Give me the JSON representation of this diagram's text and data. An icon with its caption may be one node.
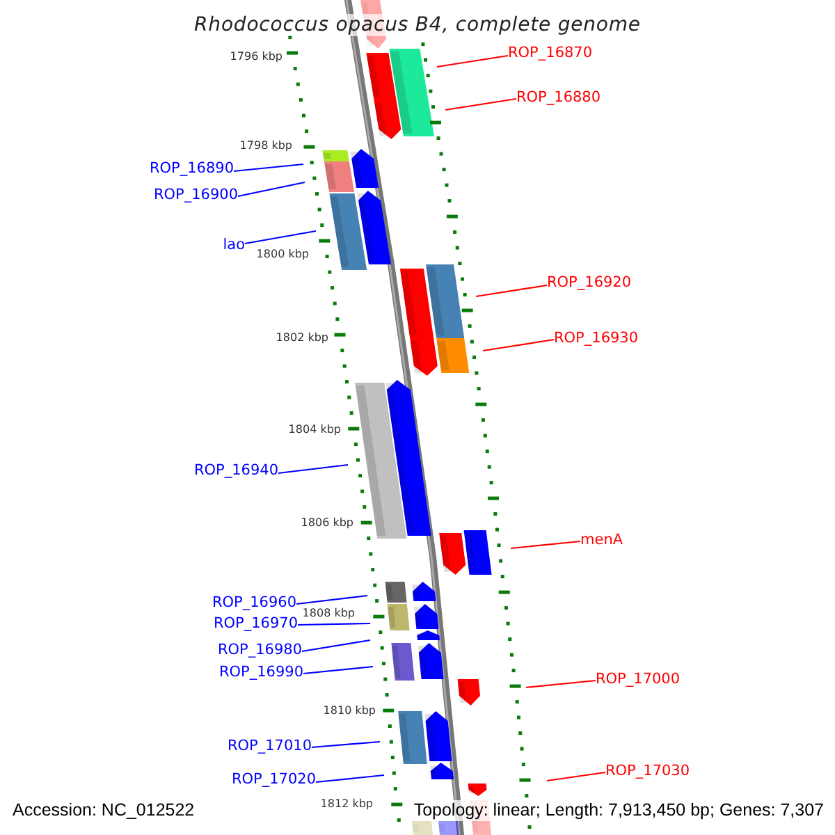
{
  "diagram": {
    "title": "Rhodococcus opacus B4, complete genome",
    "nodes": [
      {
        "text": [
          "ROP_16870"
        ]
      },
      {
        "text": [
          "ROP_16880"
        ]
      },
      {
        "text": [
          "ROP_16890"
        ]
      },
      {
        "text": [
          "ROP_16900"
        ]
      },
      {
        "text": [
          "lao"
        ]
      },
      {
        "text": [
          "ROP_16920"
        ]
      },
      {
        "text": [
          "ROP_16930"
        ]
      },
      {
        "text": [
          "ROP_16940"
        ]
      },
      {
        "text": [
          "menA"
        ]
      },
      {
        "text": [
          "ROP_16960"
        ]
      },
      {
        "text": [
          "ROP_16970"
        ]
      },
      {
        "text": [
          "ROP_16980"
        ]
      },
      {
        "text": [
          "ROP_16990"
        ]
      },
      {
        "text": [
          "ROP_17000"
        ]
      },
      {
        "text": [
          "ROP_17010"
        ]
      },
      {
        "text": [
          "ROP_17030"
        ]
      },
      {
        "text": [
          "ROP_17020"
        ]
      }
    ],
    "edges": [
      {
        "from": 0,
        "to": null,
        "arrow": "none",
        "color": "#ff0000"
      },
      {
        "from": 1,
        "to": null,
        "arrow": "none",
        "color": "#ff0000"
      },
      {
        "from": 2,
        "to": null,
        "arrow": "none"
      },
      {
        "from": 3,
        "to": null,
        "arrow": "none"
      },
      {
        "from": 4,
        "to": null,
        "arrow": "none"
      },
      {
        "from": 5,
        "to": null,
        "arrow": "none",
        "color": "#ff0000"
      },
      {
        "from": 6,
        "to": null,
        "arrow": "none",
        "color": "#ff0000"
      },
      {
        "from": 7,
        "to": null,
        "arrow": "none"
      },
      {
        "from": 8,
        "to": null,
        "arrow": "none",
        "color": "#ff0000"
      },
      {
        "from": 9,
        "to": null,
        "arrow": "none"
      },
      {
        "from": 10,
        "to": null,
        "arrow": "none"
      },
      {
        "from": 11,
        "to": null,
        "arrow": "none"
      },
      {
        "from": 12,
        "to": null,
        "arrow": "none"
      },
      {
        "from": 13,
        "to": null,
        "arrow": "none",
        "color": "#ff0000"
      },
      {
        "from": 14,
        "to": null,
        "arrow": "none"
      },
      {
        "from": 15,
        "to": null,
        "arrow": "none",
        "color": "#ff0000"
      },
      {
        "from": 16,
        "to": null,
        "arrow": "none"
      }
    ],
    "labels": [
      "1796 kbp",
      "1798 kbp",
      "1800 kbp",
      "1802 kbp",
      "1804 kbp",
      "1806 kbp",
      "1808 kbp",
      "1810 kbp",
      "1812 kbp",
      "Accession: NC_012522",
      "Topology: linear; Length: 7,913,450 bp; Genes: 7,307"
    ]
  }
}
